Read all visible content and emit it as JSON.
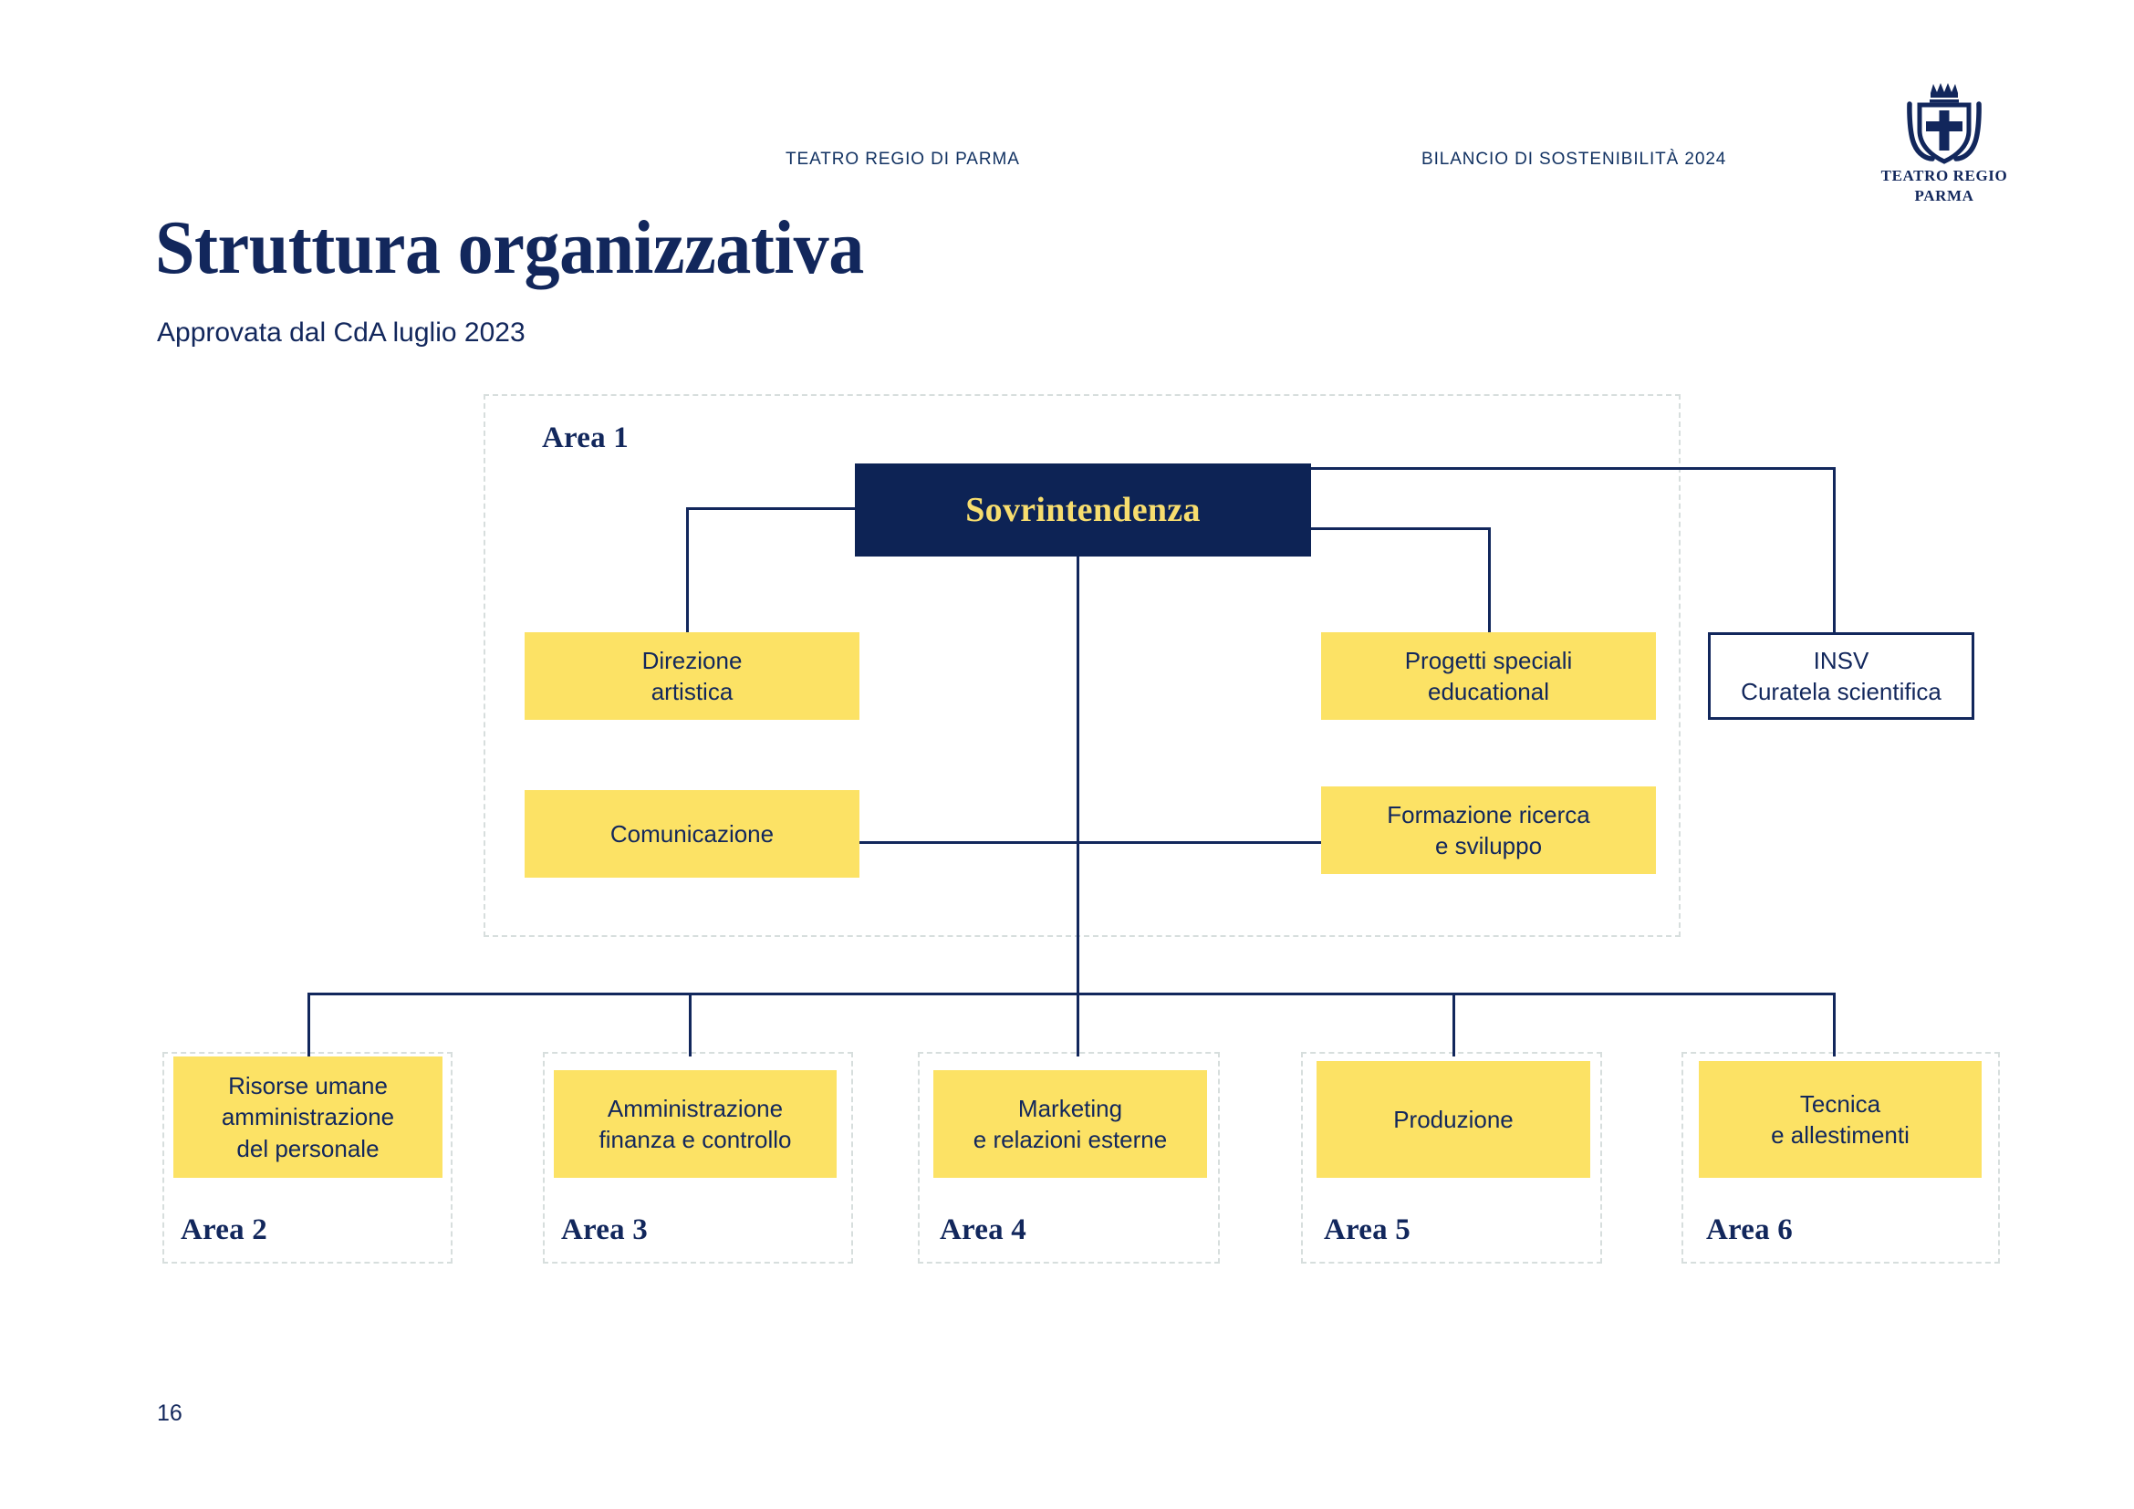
{
  "header": {
    "left_label": "TEATRO REGIO DI PARMA",
    "right_label": "BILANCIO DI SOSTENIBILITÀ 2024",
    "logo_line1": "TEATRO REGIO",
    "logo_line2": "PARMA"
  },
  "title": {
    "heading": "Struttura organizzativa",
    "subheading": "Approvata dal CdA luglio 2023"
  },
  "chart_data": {
    "type": "diagram",
    "diagram_kind": "organization-chart",
    "title": "Struttura organizzativa",
    "root": {
      "label": "Sovrintendenza",
      "area": "Area 1",
      "style": "navy-filled"
    },
    "areas": [
      {
        "id": "area1",
        "label": "Area 1"
      },
      {
        "id": "area2",
        "label": "Area 2"
      },
      {
        "id": "area3",
        "label": "Area 3"
      },
      {
        "id": "area4",
        "label": "Area 4"
      },
      {
        "id": "area5",
        "label": "Area 5"
      },
      {
        "id": "area6",
        "label": "Area 6"
      }
    ],
    "nodes": [
      {
        "id": "sovrintendenza",
        "label": "Sovrintendenza",
        "area": "Area 1",
        "style": "navy"
      },
      {
        "id": "direzione-artistica",
        "label": "Direzione\nartistica",
        "area": "Area 1",
        "style": "yellow"
      },
      {
        "id": "comunicazione",
        "label": "Comunicazione",
        "area": "Area 1",
        "style": "yellow"
      },
      {
        "id": "progetti-speciali",
        "label": "Progetti speciali\neducational",
        "area": "Area 1",
        "style": "yellow"
      },
      {
        "id": "formazione",
        "label": "Formazione ricerca\ne sviluppo",
        "area": "Area 1",
        "style": "yellow"
      },
      {
        "id": "insv",
        "label": "INSV\nCuratela scientifica",
        "area": null,
        "style": "outline"
      },
      {
        "id": "risorse-umane",
        "label": "Risorse umane\namministrazione\ndel personale",
        "area": "Area 2",
        "style": "yellow"
      },
      {
        "id": "amministrazione",
        "label": "Amministrazione\nfinanza e controllo",
        "area": "Area 3",
        "style": "yellow"
      },
      {
        "id": "marketing",
        "label": "Marketing\ne relazioni esterne",
        "area": "Area 4",
        "style": "yellow"
      },
      {
        "id": "produzione",
        "label": "Produzione",
        "area": "Area 5",
        "style": "yellow"
      },
      {
        "id": "tecnica",
        "label": "Tecnica\ne allestimenti",
        "area": "Area 6",
        "style": "yellow"
      }
    ],
    "edges": [
      {
        "from": "sovrintendenza",
        "to": "direzione-artistica"
      },
      {
        "from": "sovrintendenza",
        "to": "comunicazione"
      },
      {
        "from": "sovrintendenza",
        "to": "progetti-speciali"
      },
      {
        "from": "sovrintendenza",
        "to": "formazione"
      },
      {
        "from": "sovrintendenza",
        "to": "insv"
      },
      {
        "from": "sovrintendenza",
        "to": "risorse-umane"
      },
      {
        "from": "sovrintendenza",
        "to": "amministrazione"
      },
      {
        "from": "sovrintendenza",
        "to": "marketing"
      },
      {
        "from": "sovrintendenza",
        "to": "produzione"
      },
      {
        "from": "sovrintendenza",
        "to": "tecnica"
      }
    ],
    "colors": {
      "navy": "#0d2355",
      "navy_text": "#12275c",
      "yellow": "#fce265",
      "root_text": "#f7dd6e",
      "dashed_border": "#d7dedd",
      "background": "#ffffff"
    }
  },
  "nodes": {
    "root": "Sovrintendenza",
    "direzione_artistica_l1": "Direzione",
    "direzione_artistica_l2": "artistica",
    "comunicazione": "Comunicazione",
    "progetti_l1": "Progetti speciali",
    "progetti_l2": "educational",
    "formazione_l1": "Formazione ricerca",
    "formazione_l2": "e sviluppo",
    "insv_l1": "INSV",
    "insv_l2": "Curatela scientifica",
    "risorse_l1": "Risorse umane",
    "risorse_l2": "amministrazione",
    "risorse_l3": "del personale",
    "amministrazione_l1": "Amministrazione",
    "amministrazione_l2": "finanza e controllo",
    "marketing_l1": "Marketing",
    "marketing_l2": "e relazioni esterne",
    "produzione": "Produzione",
    "tecnica_l1": "Tecnica",
    "tecnica_l2": "e allestimenti"
  },
  "areas": {
    "area1": "Area 1",
    "area2": "Area 2",
    "area3": "Area 3",
    "area4": "Area 4",
    "area5": "Area 5",
    "area6": "Area 6"
  },
  "footer": {
    "page_number": "16"
  }
}
